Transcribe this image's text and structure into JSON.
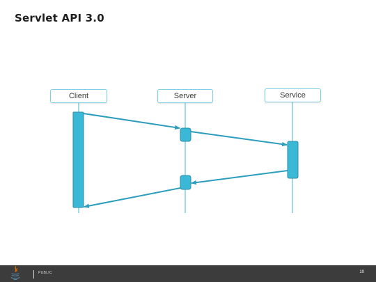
{
  "slide": {
    "title": "Servlet API 3.0"
  },
  "diagram": {
    "participants": [
      {
        "label": "Client"
      },
      {
        "label": "Server"
      },
      {
        "label": "Service"
      }
    ],
    "messages": [
      {
        "from": "Client",
        "to": "Server"
      },
      {
        "from": "Server",
        "to": "Service"
      },
      {
        "from": "Service",
        "to": "Server"
      },
      {
        "from": "Server",
        "to": "Client"
      }
    ],
    "colors": {
      "lifeline": "#7fd0e4",
      "activation_fill": "#3bb8d6",
      "activation_stroke": "#2a8fa8",
      "arrow": "#2d9dbc"
    }
  },
  "footer": {
    "logo_icon": "java-logo-icon",
    "label": "PUBLIC",
    "page_number": "10",
    "background": "#3c3c3c"
  }
}
